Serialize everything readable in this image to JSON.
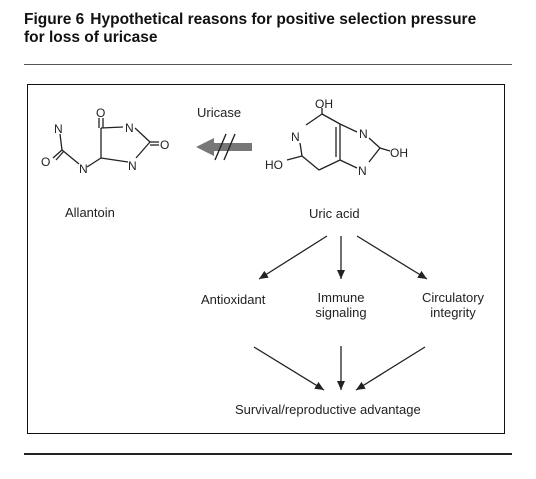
{
  "figure": {
    "number": "Figure 6",
    "title_line1": "Hypothetical reasons for positive selection pressure",
    "title_line2": "for loss of uricase"
  },
  "reaction": {
    "enzyme_label": "Uricase",
    "product_label": "Allantoin",
    "substrate_label": "Uric acid"
  },
  "atoms": {
    "nitrogen": "N",
    "oxygen": "O",
    "hydroxyl": "OH",
    "hydroxyl_left": "HO"
  },
  "roles": {
    "antioxidant": "Antioxidant",
    "immune_line1": "Immune",
    "immune_line2": "signaling",
    "circulatory_line1": "Circulatory",
    "circulatory_line2": "integrity"
  },
  "outcome": "Survival/reproductive advantage",
  "colors": {
    "blocked_arrow": "#777777",
    "lines": "#222222",
    "rules": "#555555"
  }
}
